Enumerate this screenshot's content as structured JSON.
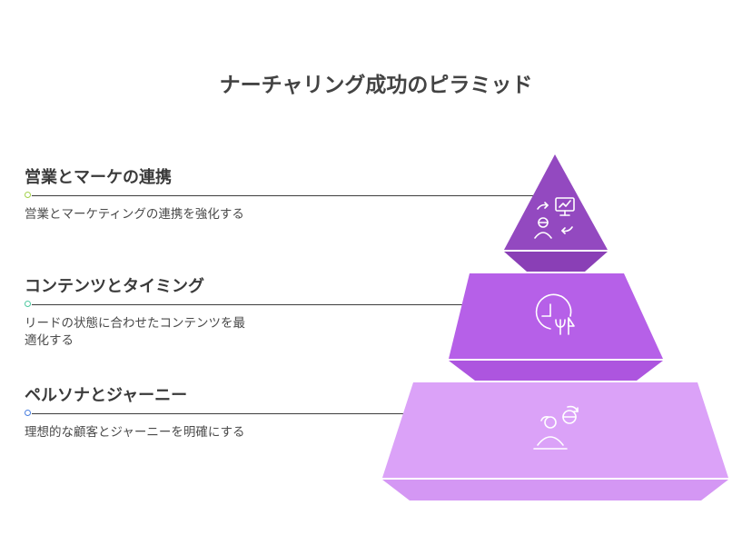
{
  "title": "ナーチャリング成功のピラミッド",
  "tiers": [
    {
      "title": "営業とマーケの連携",
      "description": "営業とマーケティングの連携を強化する",
      "icon": "sales-marketing-collaboration-icon",
      "color": "#9349c0",
      "marker_color": "#a3d24a"
    },
    {
      "title": "コンテンツとタイミング",
      "description": "リードの状態に合わせたコンテンツを最適化する",
      "icon": "content-timing-clock-icon",
      "color": "#b660e8",
      "marker_color": "#4fc9a0"
    },
    {
      "title": "ペルソナとジャーニー",
      "description": "理想的な顧客とジャーニーを明確にする",
      "icon": "persona-journey-icon",
      "color": "#dba2f8",
      "marker_color": "#4a7fe0"
    }
  ]
}
